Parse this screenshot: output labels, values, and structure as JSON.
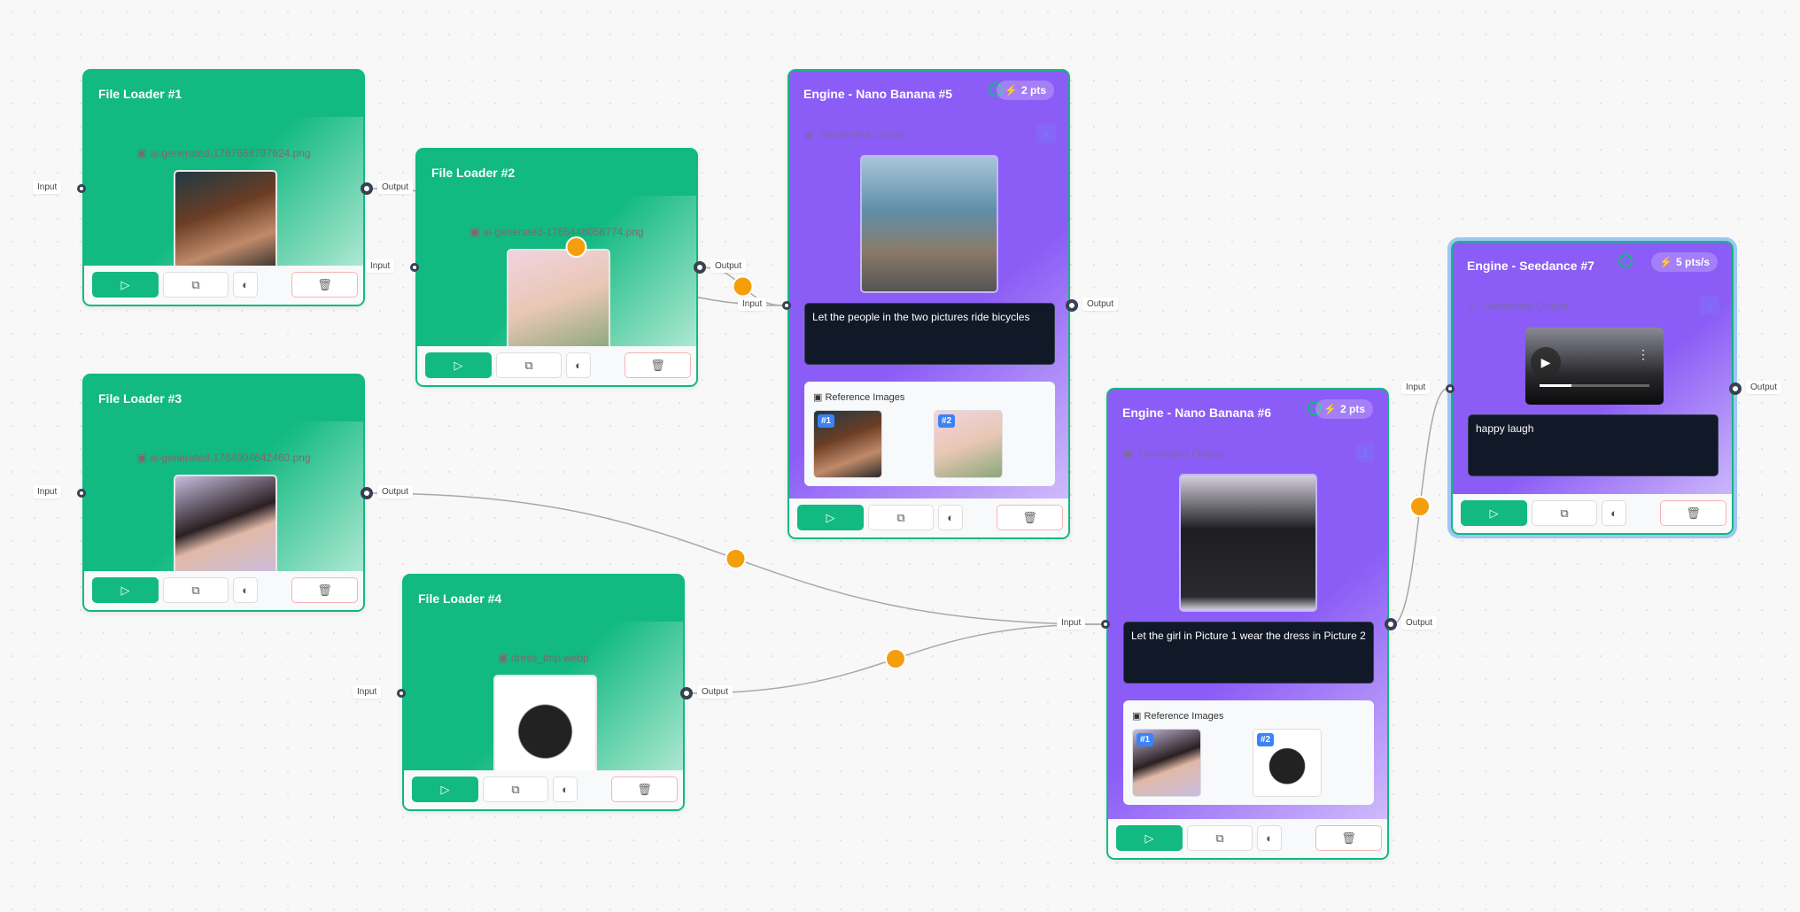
{
  "colors": {
    "accent": "#10b981",
    "engine": "#8b5cf6",
    "edge_dot": "#f59e0b",
    "danger_border": "#f8b4b4"
  },
  "ports": {
    "input_label": "Input",
    "output_label": "Output"
  },
  "nodes": [
    {
      "id": "fl1",
      "type": "file",
      "title": "File Loader #1",
      "filename": "ai-generated-1767666797624.png",
      "image": "man-cowboy-hat"
    },
    {
      "id": "fl2",
      "type": "file",
      "title": "File Loader #2",
      "filename": "ai-generated-1765448058774.png",
      "image": "woman-flowers-tea"
    },
    {
      "id": "fl3",
      "type": "file",
      "title": "File Loader #3",
      "filename": "ai-generated-1764904642460.png",
      "image": "woman-portrait"
    },
    {
      "id": "fl4",
      "type": "file",
      "title": "File Loader #4",
      "filename": "dress_tmp.webp",
      "image": "black-dress"
    },
    {
      "id": "nb5",
      "type": "engine",
      "title": "Engine - Nano Banana #5",
      "badge": "2 pts",
      "output_title": "Generated Output",
      "prompt": "Let the people in the two pictures ride bicycles",
      "ref_title": "Reference Images",
      "refs": [
        "#1",
        "#2"
      ]
    },
    {
      "id": "nb6",
      "type": "engine",
      "title": "Engine - Nano Banana #6",
      "badge": "2 pts",
      "output_title": "Generated Output",
      "prompt": "Let the girl in Picture 1 wear the dress in Picture 2",
      "ref_title": "Reference Images",
      "refs": [
        "#1",
        "#2"
      ]
    },
    {
      "id": "sd7",
      "type": "video",
      "title": "Engine - Seedance #7",
      "badge": "5 pts/s",
      "output_title": "Generated Output",
      "prompt": "happy laugh",
      "selected": true
    }
  ],
  "edges": [
    [
      "fl1",
      "nb5"
    ],
    [
      "fl2",
      "nb5"
    ],
    [
      "fl3",
      "nb6"
    ],
    [
      "fl4",
      "nb6"
    ],
    [
      "nb6",
      "sd7"
    ]
  ]
}
